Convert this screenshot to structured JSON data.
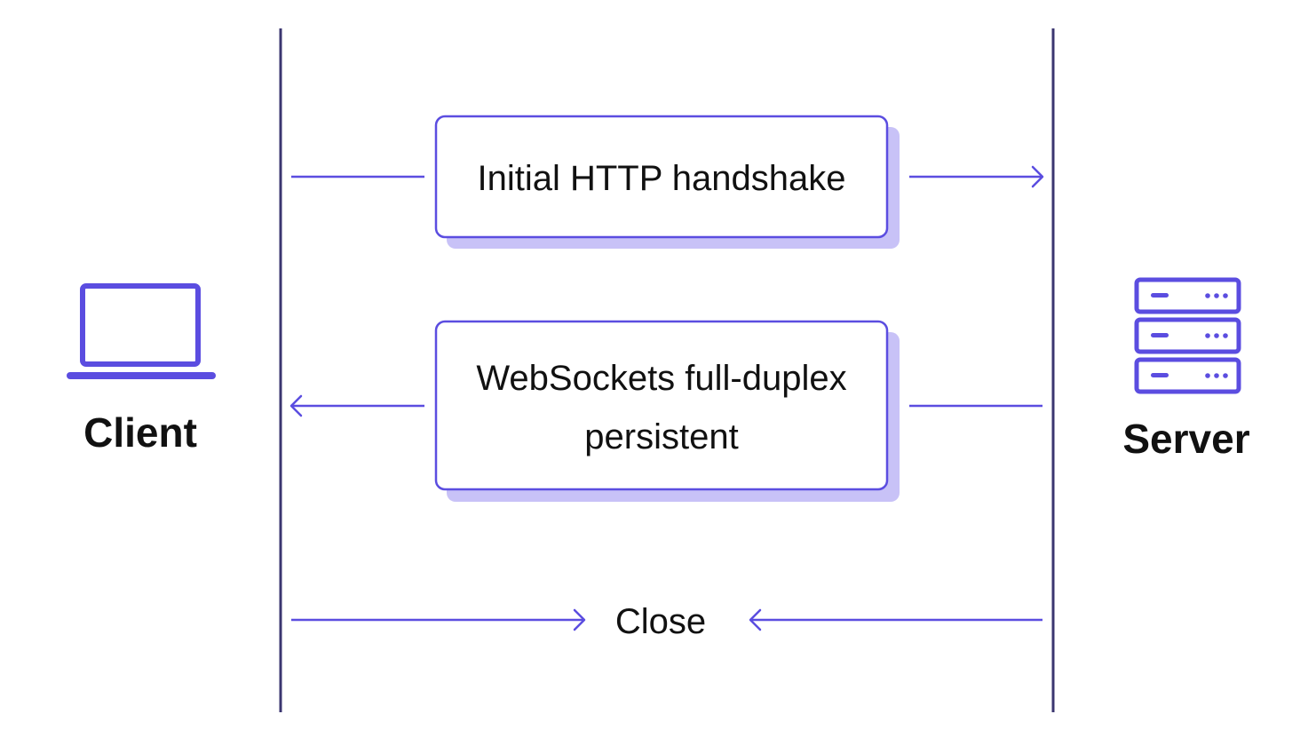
{
  "actors": {
    "client": {
      "label": "Client",
      "icon": "laptop-icon"
    },
    "server": {
      "label": "Server",
      "icon": "server-rack-icon"
    }
  },
  "messages": [
    {
      "id": "handshake",
      "lines": [
        "Initial HTTP handshake"
      ],
      "direction": "client-to-server"
    },
    {
      "id": "full-duplex",
      "lines": [
        "WebSockets full-duplex",
        "persistent"
      ],
      "direction": "server-to-client"
    },
    {
      "id": "close",
      "lines": [
        "Close"
      ],
      "direction": "both-to-center"
    }
  ],
  "colors": {
    "accent": "#5b4de0",
    "shadow": "#c8c2f7",
    "lifeline": "#3b3670",
    "text": "#111111"
  }
}
